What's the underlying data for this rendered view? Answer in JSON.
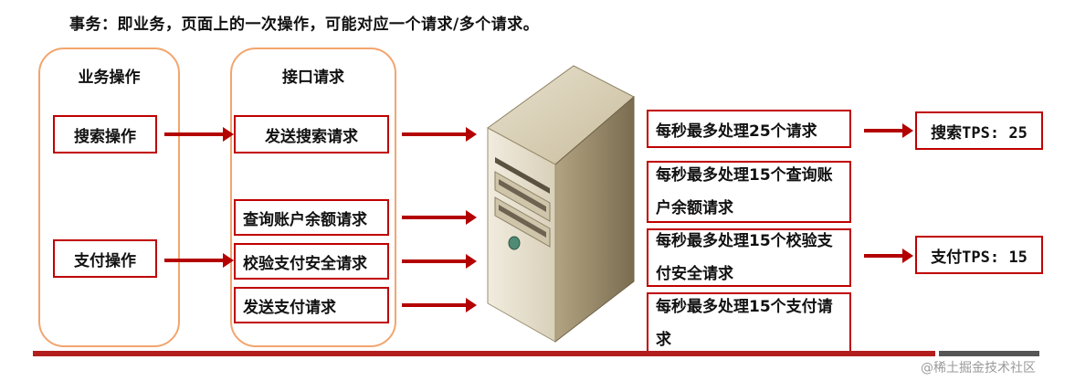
{
  "title": "事务：即业务，页面上的一次操作，可能对应一个请求/多个请求。",
  "columns": {
    "business_header": "业务操作",
    "api_header": "接口请求"
  },
  "business": {
    "search": "搜索操作",
    "pay": "支付操作"
  },
  "requests": {
    "send_search": "发送搜索请求",
    "query_balance": "查询账户余额请求",
    "verify_pay": "校验支付安全请求",
    "send_pay": "发送支付请求"
  },
  "capacity": {
    "search": "每秒最多处理25个请求",
    "query_balance": "每秒最多处理15个查询账户余额请求",
    "verify_pay": "每秒最多处理15个校验支付安全请求",
    "send_pay": "每秒最多处理15个支付请求"
  },
  "tps": {
    "search": "搜索TPS: 25",
    "pay": "支付TPS: 15"
  },
  "watermark": "@稀土掘金技术社区",
  "colors": {
    "accent_red": "#c00000",
    "frame_orange": "#f2a56e"
  },
  "icons": {
    "server": "server-tower-icon"
  }
}
